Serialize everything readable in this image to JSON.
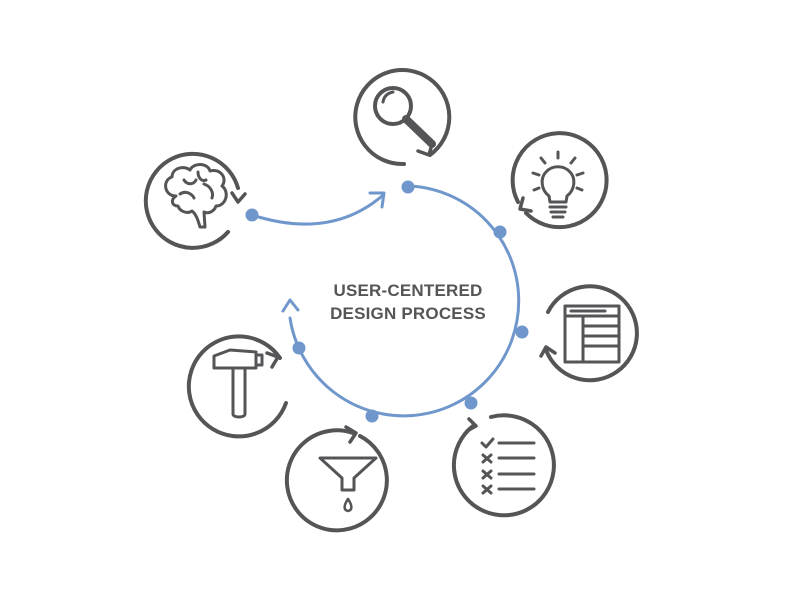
{
  "title": {
    "line1": "USER-CENTERED",
    "line2": "DESIGN PROCESS"
  },
  "colors": {
    "ring": "#7097cc",
    "icon": "#555558",
    "background": "#ffffff"
  },
  "stages": [
    {
      "name": "stage-understand",
      "icon": "brain-icon"
    },
    {
      "name": "stage-research",
      "icon": "magnifier-icon"
    },
    {
      "name": "stage-ideate",
      "icon": "lightbulb-icon"
    },
    {
      "name": "stage-design",
      "icon": "wireframe-icon"
    },
    {
      "name": "stage-evaluate",
      "icon": "checklist-icon"
    },
    {
      "name": "stage-refine",
      "icon": "funnel-icon"
    },
    {
      "name": "stage-build",
      "icon": "hammer-icon"
    }
  ]
}
